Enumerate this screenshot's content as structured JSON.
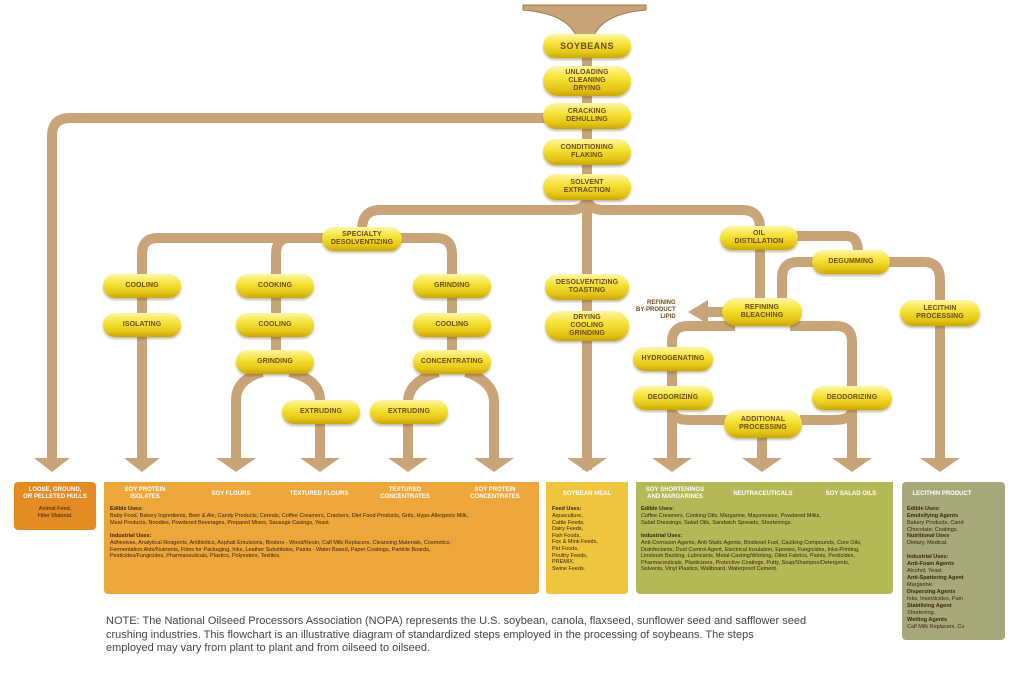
{
  "steps": {
    "soybeans": "SOYBEANS",
    "unloading": "UNLOADING\nCLEANING\nDRYING",
    "cracking": "CRACKING\nDEHULLING",
    "conditioning": "CONDITIONING\nFLAKING",
    "solvent": "SOLVENT\nEXTRACTION",
    "specialty": "SPECIALTY\nDESOLVENTIZING",
    "oil_distillation": "OIL\nDISTILLATION",
    "degumming": "DEGUMMING",
    "lecithin": "LECITHIN\nPROCESSING",
    "refining": "REFINING\nBLEACHING",
    "refining_byproduct": "REFINING\nBY-PRODUCT\nLIPID",
    "hydrogenating": "HYDROGENATING",
    "deodorizing_left": "DEODORIZING",
    "deodorizing_right": "DEODORIZING",
    "additional": "ADDITIONAL\nPROCESSING",
    "desolv_toasting": "DESOLVENTIZING\nTOASTING",
    "drying_cooling": "DRYING\nCOOLING\nGRINDING",
    "cooling_a": "COOLING",
    "isolating": "ISOLATING",
    "cooking": "COOKING",
    "cooling_b": "COOLING",
    "grinding_b": "GRINDING",
    "extruding_b": "EXTRUDING",
    "grinding_c": "GRINDING",
    "cooling_c": "COOLING",
    "concentrating": "CONCENTRATING",
    "extruding_c": "EXTRUDING"
  },
  "products": {
    "hulls_title": "LOOSE, GROUND,\nOR PELLETED HULLS",
    "hulls_text": "Animal Feed,\nFilter Material.",
    "isolates_title": "SOY PROTEIN\nISOLATES",
    "flours_title": "SOY FLOURS",
    "textured_flours_title": "TEXTURED FLOURS",
    "textured_conc_title": "TEXTURED\nCONCENTRATES",
    "protein_conc_title": "SOY PROTEIN\nCONCENTRATES",
    "protein_edible_label": "Edible Uses:",
    "protein_edible_text": "Baby Food, Bakery Ingredients, Beer & Ale, Candy Products, Cereals, Coffee Creamers, Crackers, Diet Food Products, Grits, Hypo-Allergenic Milk,\nMeat Products, Noodles, Powdered Beverages, Prepared Mixes, Sausage Casings, Yeast.",
    "protein_industrial_label": "Industrial Uses:",
    "protein_industrial_text": "Adhesives, Analytical Reagents, Antibiotics, Asphalt Emulsions, Binders - Wood/Resin, Calf Milk Replacers, Cleansing Materials, Cosmetics,\nFermentation Aids/Nutrients, Films for Packaging, Inks, Leather Substitutes, Paints - Water Based, Paper Coatings, Particle Boards,\nPesticides/Fungicides, Pharmaceuticals, Plastics, Polyesters, Textiles.",
    "meal_title": "SOYBEAN MEAL",
    "meal_label": "Feed Uses:",
    "meal_text": "Aquaculture,\nCattle Feeds,\nDairy Feeds,\nFish Foods,\nFox & Mink Feeds,\nPet Foods,\nPoultry Feeds,\nPREMIX,\nSwine Feeds.",
    "shortening_title": "SOY SHORTENINGS\nAND MARGARINES",
    "neutra_title": "NEUTRACEUTICALS",
    "salad_title": "SOY SALAD OILS",
    "oil_edible_label": "Edible Uses:",
    "oil_edible_text": "Coffee Creamers, Cooking Oils, Margarine, Mayonnaise, Powdered Milks,\nSalad Dressings, Salad Oils, Sandwich Spreads, Shortenings.",
    "oil_industrial_label": "Industrial Uses:",
    "oil_industrial_text": "Anti-Corrosion Agents, Anti-Static Agents, Biodiesel Fuel, Caulking Compounds, Core Oils,\nDisinfectants, Dust Control Agent, Electrical Insulation, Epoxies, Fungicides, Inks-Printing,\nLinoleum Backing, Lubricants, Metal-Casting/Working, Oiled Fabrics, Paints, Pesticides,\nPharmaceuticals, Plasticizers, Protective Coatings, Putty, Soap/Shampoo/Detergents,\nSolvents, Vinyl Plastics, Wallboard, Waterproof Cement.",
    "lecithin_title": "LECITHIN PRODUCT",
    "lecithin_edible_label": "Edible Uses:",
    "lec_emuls_label": "Emulsifying Agents",
    "lec_emuls_text": "Bakery Products, Cand\nChocolate, Coatings.",
    "lec_nutr_label": "Nutritional Uses",
    "lec_nutr_text": "Dietary, Medical.",
    "lecithin_industrial_label": "Industrial Uses:",
    "lec_antifoam_label": "Anti-Foam Agents",
    "lec_antifoam_text": "Alcohol, Yeast.",
    "lec_antispat_label": "Anti-Spattering Agent",
    "lec_antispat_text": "Margarine.",
    "lec_disp_label": "Dispersing Agents",
    "lec_disp_text": "Inks, Insecticides, Pain",
    "lec_stab_label": "Stabilizing Agent",
    "lec_stab_text": "Shortening.",
    "lec_wet_label": "Wetting Agents",
    "lec_wet_text": "Calf Milk Replacers, Co"
  },
  "note": "NOTE: The National Oilseed Processors Association (NOPA) represents the U.S. soybean, canola, flaxseed, sunflower seed and safflower seed\ncrushing industries.  This flowchart is an illustrative diagram of standardized steps employed in the processing of soybeans.  The steps\nemployed may vary from plant to plant and from oilseed to oilseed.",
  "colors": {
    "pipe": "#c9a478",
    "pipe_edge": "#a07a4e",
    "pill": "#f2d92a",
    "product_orange": "#e58b24",
    "product_light_orange": "#eda63a",
    "product_yellow": "#eec53c",
    "product_green": "#b5b856",
    "product_gray": "#a6a87a"
  }
}
